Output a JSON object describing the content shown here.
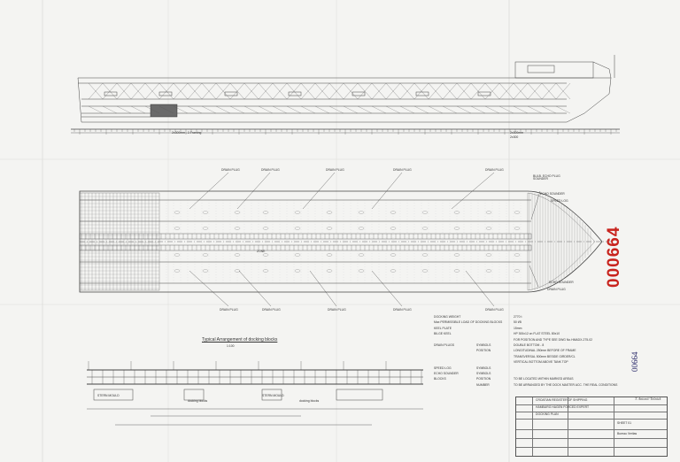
{
  "side_view": {
    "frame_note_left": "2x300mm - 2-Framing",
    "frame_note_right": "2x300mm",
    "frame_note_right2": "2x300"
  },
  "plan_view": {
    "drain_plug": "DRAIN PLUG",
    "bulb_label": "BULB. ECHO PLUG SOUNDER",
    "echo_sounder": "ECHO SOUNDER",
    "speed_log": "SPEED LOG",
    "echo_sounder2": "ECHO SOUNDER",
    "center_marker": "ZONE"
  },
  "typical_section": {
    "title": "Typical Arrangement of docking blocks",
    "scale": "1:100",
    "stern_mould": "STERN MOULD",
    "stern_mould2": "STERN MOULD",
    "docking_blocks": "docking blocks",
    "docking_blocks2": "docking blocks"
  },
  "notes": [
    {
      "label": "DOCKING WEIGHT",
      "value": "2770 t"
    },
    {
      "label": "Max PERMISSIBLE LOAD OF DOCKING BLOCKS",
      "value": "50 t/B"
    },
    {
      "label": "KEEL PLATE",
      "value": "15mm"
    },
    {
      "label": "BILGE KEEL",
      "value": "HP 300x12 on FLAT STEEL 80x10"
    },
    {
      "label": "",
      "value": "FOR POSITION AND TYPE SEE DWG No.HMADX-275-02"
    },
    {
      "label": "DRAIN PLUGS",
      "sub": "SYMBOLS",
      "value": "DOUBLE BOTTOM - 8"
    },
    {
      "label": "",
      "sub": "POSITION",
      "value": "LONGITUDINAL 250mm BEFORE OF FRAME"
    },
    {
      "label": "",
      "value": "TRANSVERSAL 500mm BESIDE GIRDER/CL"
    },
    {
      "label": "",
      "value": "VERTICAL BOTTOM ABOVE TANK TOP"
    },
    {
      "label": "SPEED LOG",
      "sub": "SYMBOLS",
      "value": ""
    },
    {
      "label": "ECHO SOUNDER",
      "sub": "SYMBOLS",
      "value": ""
    },
    {
      "label": "BLOCKS",
      "sub": "POSITION",
      "value": "TO BE LOCATED WITHIN MARKED AREAS"
    },
    {
      "label": "",
      "sub": "NUMBER",
      "value": "TO BE ARRANGED BY THE DOCK MASTER ACC. THE REAL CONDITIONS"
    }
  ],
  "stamp": "000664",
  "stamp_hand": "00664",
  "signature": "T. Antonić Tošnick",
  "title_block": {
    "rows": [
      "CROATIAN REGISTER OF SHIPPING",
      "HAMBURG HAGEN FORCED EXPERT",
      "DOCKING PLAN",
      "SHEET 01"
    ],
    "approval": "Bureau Veritas"
  }
}
